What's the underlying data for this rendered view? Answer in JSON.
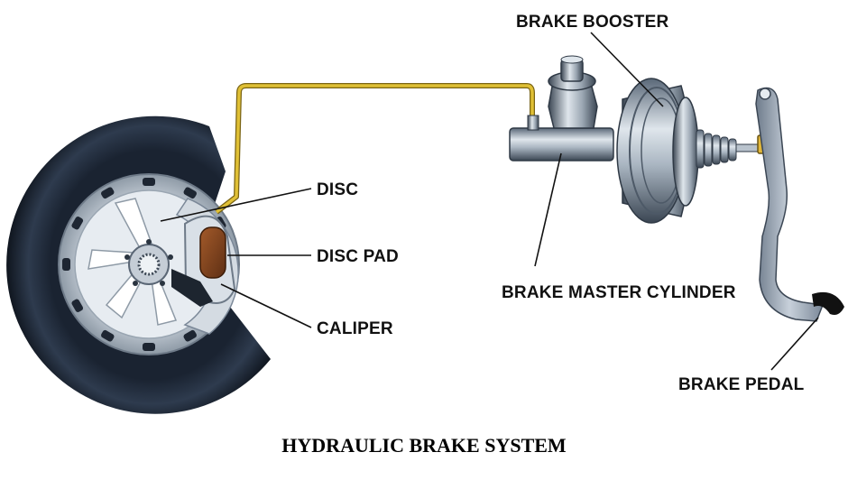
{
  "title": "HYDRAULIC BRAKE SYSTEM",
  "labels": {
    "brake_booster": "BRAKE BOOSTER",
    "disc": "DISC",
    "disc_pad": "DISC PAD",
    "caliper": "CALIPER",
    "brake_master_cylinder": "BRAKE MASTER CYLINDER",
    "brake_pedal": "BRAKE PEDAL"
  },
  "colors": {
    "tire": "#1f2a38",
    "brake_line": "#e0c035",
    "metal": "#8e9aa6",
    "pad": "#8a4a22",
    "pedal": "#9aa6b6"
  }
}
